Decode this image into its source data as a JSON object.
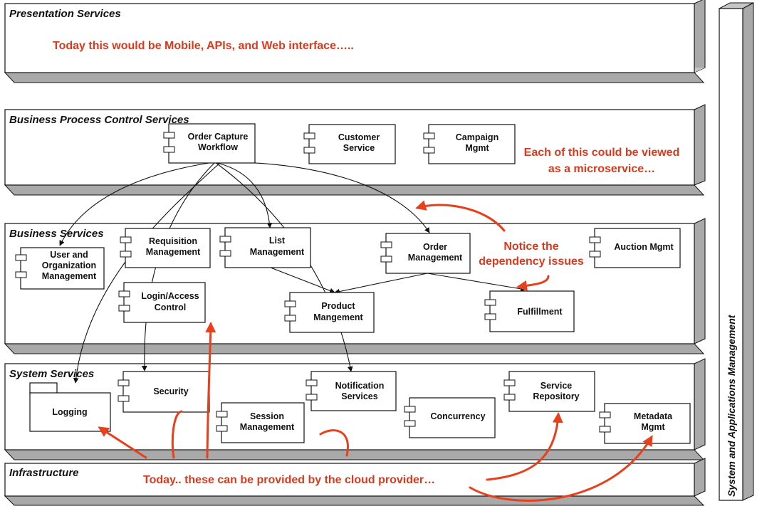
{
  "colors": {
    "annotation": "#d93a1e",
    "layer_shadow": "#a9a9a9",
    "line": "#111111",
    "background": "#ffffff"
  },
  "layers": {
    "presentation": "Presentation Services",
    "business_process": "Business Process Control Services",
    "business": "Business Services",
    "system": "System Services",
    "infrastructure": "Infrastructure"
  },
  "side_panel": {
    "title": "System and Applications Management"
  },
  "components": {
    "order_capture": [
      "Order Capture",
      "Workflow"
    ],
    "customer_service": [
      "Customer",
      "Service"
    ],
    "campaign_mgmt": [
      "Campaign",
      "Mgmt"
    ],
    "requisition": [
      "Requisition",
      "Management"
    ],
    "list_mgmt": [
      "List",
      "Management"
    ],
    "order_mgmt": [
      "Order",
      "Management"
    ],
    "auction_mgmt": [
      "Auction Mgmt"
    ],
    "user_org": [
      "User and",
      "Organization",
      "Management"
    ],
    "login_access": [
      "Login/Access",
      "Control"
    ],
    "product_mgmt": [
      "Product",
      "Mangement"
    ],
    "fulfillment": [
      "Fulfillment"
    ],
    "logging": [
      "Logging"
    ],
    "security": [
      "Security"
    ],
    "notification": [
      "Notification",
      "Services"
    ],
    "session_mgmt": [
      "Session",
      "Management"
    ],
    "concurrency": [
      "Concurrency"
    ],
    "service_repo": [
      "Service",
      "Repository"
    ],
    "metadata_mgmt": [
      "Metadata",
      "Mgmt"
    ]
  },
  "annotations": {
    "presentation_note": "Today this would be Mobile, APIs, and Web interface…..",
    "microservice_note": [
      "Each of this could be viewed",
      "as a microservice…"
    ],
    "dependency_note": [
      "Notice the",
      "dependency issues"
    ],
    "cloud_note": "Today.. these can be provided by the cloud provider…"
  }
}
